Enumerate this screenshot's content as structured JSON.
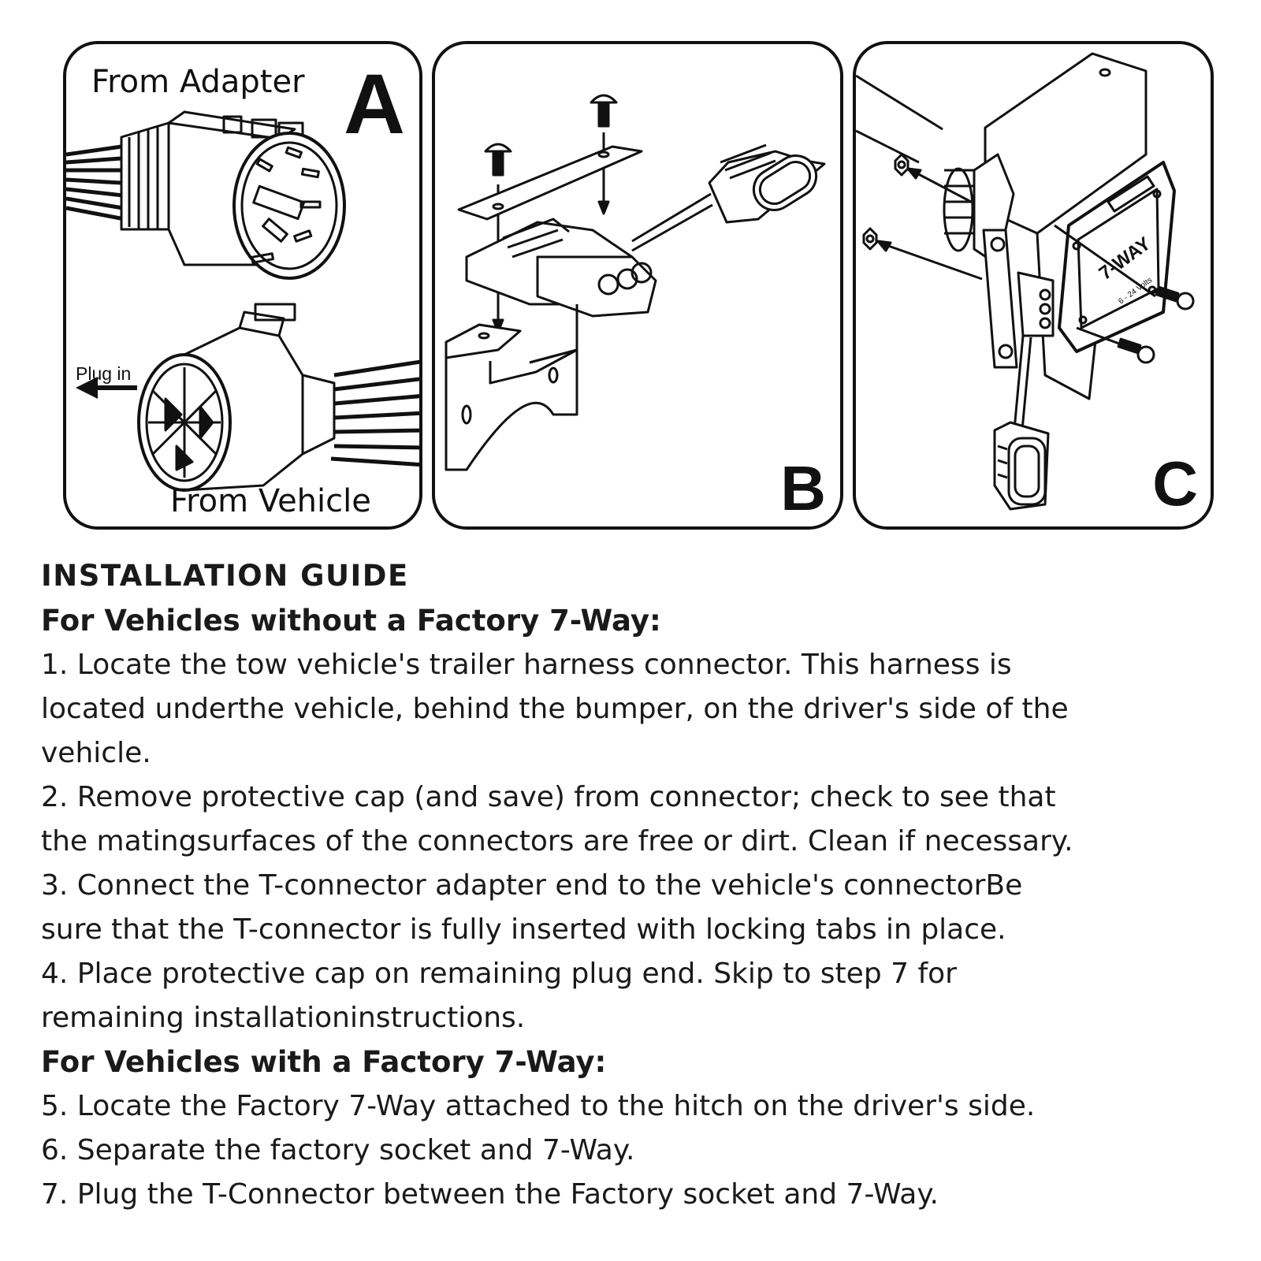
{
  "figure": {
    "panel_a": {
      "letter": "A",
      "label_top": "From Adapter",
      "label_bottom": "From Vehicle",
      "arrow_label": "Plug in"
    },
    "panel_b": {
      "letter": "B"
    },
    "panel_c": {
      "letter": "C",
      "socket_text": "7-WAY",
      "socket_subtext": "6 - 24 Volts"
    }
  },
  "guide": {
    "title": "INSTALLATION GUIDE",
    "section1_heading": "For Vehicles without a Factory 7-Way:",
    "step1_lines": [
      "1. Locate the tow vehicle's trailer harness connector. This harness is",
      "located underthe vehicle, behind the bumper, on the driver's side of the",
      "vehicle."
    ],
    "step2_lines": [
      "2. Remove protective cap (and save) from connector; check to see that",
      "the matingsurfaces of the connectors are free or dirt. Clean if necessary."
    ],
    "step3_lines": [
      "3. Connect the T-connector adapter end to the vehicle's connectorBe",
      "sure that the T-connector is fully inserted with locking tabs in place."
    ],
    "step4_lines": [
      "4. Place protective cap on remaining plug end. Skip to step 7 for",
      "remaining installationinstructions."
    ],
    "section2_heading": "For Vehicles with a Factory 7-Way:",
    "step5": "5. Locate the Factory 7-Way attached to the hitch on the driver's side.",
    "step6": "6. Separate the factory socket and 7-Way.",
    "step7": "7. Plug the T-Connector between the Factory socket and 7-Way."
  }
}
